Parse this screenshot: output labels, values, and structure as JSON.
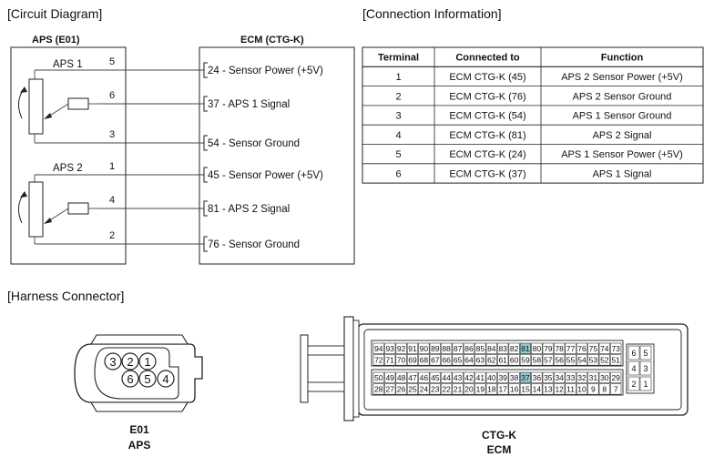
{
  "sections": {
    "circuit": "[Circuit Diagram]",
    "connection": "[Connection Information]",
    "harness": "[Harness Connector]"
  },
  "circuit": {
    "left_title": "APS (E01)",
    "right_title": "ECM (CTG-K)",
    "sensor1": "APS 1",
    "sensor2": "APS 2",
    "pins": [
      "5",
      "6",
      "3",
      "1",
      "4",
      "2"
    ],
    "ecm_labels": [
      "24 - Sensor Power (+5V)",
      "37 - APS 1 Signal",
      "54 - Sensor Ground",
      "45 - Sensor Power (+5V)",
      "81 - APS 2 Signal",
      "76 - Sensor Ground"
    ]
  },
  "table": {
    "headers": [
      "Terminal",
      "Connected to",
      "Function"
    ],
    "rows": [
      [
        "1",
        "ECM CTG-K (45)",
        "APS 2 Sensor Power  (+5V)"
      ],
      [
        "2",
        "ECM CTG-K (76)",
        "APS 2 Sensor Ground"
      ],
      [
        "3",
        "ECM CTG-K (54)",
        "APS 1 Sensor Ground"
      ],
      [
        "4",
        "ECM CTG-K (81)",
        "APS 2 Signal"
      ],
      [
        "5",
        "ECM CTG-K (24)",
        "APS 1 Sensor Power  (+5V)"
      ],
      [
        "6",
        "ECM CTG-K (37)",
        "APS 1 Signal"
      ]
    ]
  },
  "harness": {
    "e01_pins_top": [
      "3",
      "2",
      "1"
    ],
    "e01_pins_bottom": [
      "6",
      "5",
      "4"
    ],
    "e01_label1": "E01",
    "e01_label2": "APS",
    "ecm_row1": [
      "94",
      "93",
      "92",
      "91",
      "90",
      "89",
      "88",
      "87",
      "86",
      "85",
      "84",
      "83",
      "82",
      "81",
      "80",
      "79",
      "78",
      "77",
      "76",
      "75",
      "74",
      "73"
    ],
    "ecm_row2": [
      "72",
      "71",
      "70",
      "69",
      "68",
      "67",
      "66",
      "65",
      "64",
      "63",
      "62",
      "61",
      "60",
      "59",
      "58",
      "57",
      "56",
      "55",
      "54",
      "53",
      "52",
      "51"
    ],
    "ecm_row3": [
      "50",
      "49",
      "48",
      "47",
      "46",
      "45",
      "44",
      "43",
      "42",
      "41",
      "40",
      "39",
      "38",
      "37",
      "36",
      "35",
      "34",
      "33",
      "32",
      "31",
      "30",
      "29"
    ],
    "ecm_row4": [
      "28",
      "27",
      "26",
      "25",
      "24",
      "23",
      "22",
      "21",
      "20",
      "19",
      "18",
      "17",
      "16",
      "15",
      "14",
      "13",
      "12",
      "11",
      "10",
      "9",
      "8",
      "7"
    ],
    "ecm_side": [
      "6",
      "5",
      "4",
      "3",
      "2",
      "1"
    ],
    "highlight_pins": [
      "81",
      "37"
    ],
    "highlight_color": "#8fc7cf",
    "ecm_label1": "CTG-K",
    "ecm_label2": "ECM"
  }
}
